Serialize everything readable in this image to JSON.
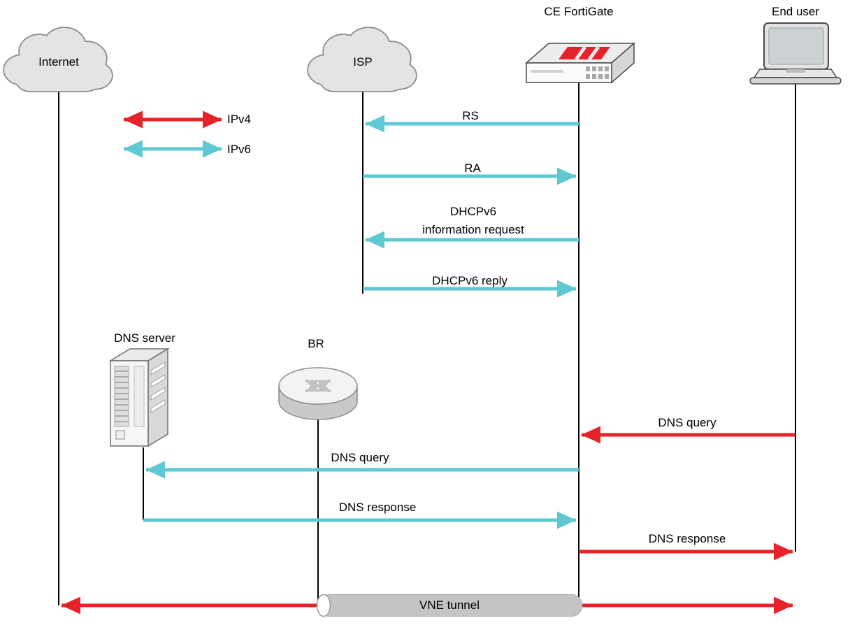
{
  "diagram": {
    "actors": {
      "internet": "Internet",
      "isp": "ISP",
      "ce_fortigate": "CE FortiGate",
      "end_user": "End user",
      "dns_server": "DNS server",
      "br": "BR"
    },
    "legend": {
      "ipv4": "IPv4",
      "ipv6": "IPv6"
    },
    "messages": {
      "rs": "RS",
      "ra": "RA",
      "dhcpv6_request_line1": "DHCPv6",
      "dhcpv6_request_line2": "information request",
      "dhcpv6_reply": "DHCPv6 reply",
      "dns_query_user_to_ce": "DNS query",
      "dns_query_ce_to_dns": "DNS query",
      "dns_response_dns_to_ce": "DNS response",
      "dns_response_ce_to_user": "DNS response",
      "vne_tunnel": "VNE tunnel"
    },
    "colors": {
      "ipv4_red": "#e8222a",
      "ipv6_cyan": "#5ec8d3",
      "tunnel_gray": "#c4c4c4",
      "cloud_fill": "#e4e4e4",
      "cloud_stroke": "#8c8c8c",
      "lifeline_black": "#000000"
    }
  }
}
